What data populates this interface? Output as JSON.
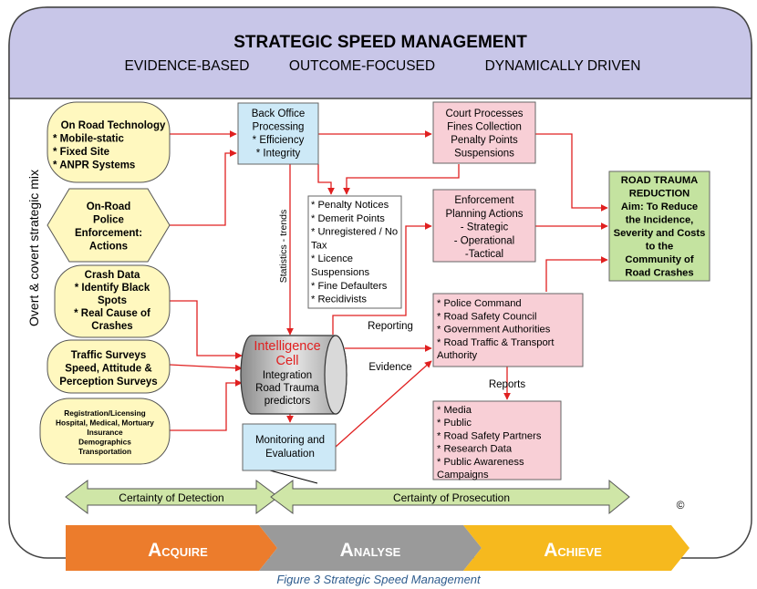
{
  "header": {
    "title": "STRATEGIC SPEED MANAGEMENT",
    "subtitle_items": [
      "EVIDENCE-BASED",
      "OUTCOME-FOCUSED",
      "DYNAMICALLY DRIVEN"
    ]
  },
  "side_label": "Overt & covert strategic mix",
  "inputs": {
    "on_road_tech": [
      "On Road Technology",
      "* Mobile-static",
      "* Fixed Site",
      "* ANPR Systems"
    ],
    "police_enforcement": [
      "On-Road",
      "Police",
      "Enforcement:",
      "Actions"
    ],
    "crash_data": [
      "Crash Data",
      "* Identify Black",
      "Spots",
      "* Real Cause of",
      "Crashes"
    ],
    "traffic_surveys": [
      "Traffic Surveys",
      "Speed, Attitude &",
      "Perception Surveys"
    ],
    "registration": [
      "Registration/Licensing",
      "Hospital, Medical, Mortuary",
      "Insurance",
      "Demographics",
      "Transportation"
    ]
  },
  "back_office": [
    "Back Office",
    "Processing",
    "* Efficiency",
    "* Integrity"
  ],
  "court": [
    "Court Processes",
    "Fines Collection",
    "Penalty Points",
    "Suspensions"
  ],
  "penalty_list": [
    "* Penalty Notices",
    "* Demerit Points",
    "* Unregistered / No",
    "Tax",
    "* Licence",
    "Suspensions",
    "* Fine Defaulters",
    "* Recidivists"
  ],
  "enforcement_planning": [
    "Enforcement",
    "Planning Actions",
    "- Strategic",
    "- Operational",
    "-Tactical"
  ],
  "road_trauma": [
    "ROAD TRAUMA",
    "REDUCTION",
    "Aim: To Reduce",
    "the Incidence,",
    "Severity and Costs",
    "to the",
    "Community of",
    "Road Crashes"
  ],
  "police_command": [
    "* Police Command",
    "* Road Safety Council",
    "* Government Authorities",
    "* Road Traffic & Transport",
    "Authority"
  ],
  "intelligence_cell": {
    "title": [
      "Intelligence",
      "Cell"
    ],
    "body": [
      "Integration",
      "Road Trauma",
      "predictors"
    ]
  },
  "monitoring": [
    "Monitoring and",
    "Evaluation"
  ],
  "media": [
    "* Media",
    "* Public",
    "* Road Safety Partners",
    "* Research Data",
    "* Public Awareness",
    "Campaigns"
  ],
  "flow_labels": {
    "statistics": "Statistics - trends",
    "reporting": "Reporting",
    "evidence": "Evidence",
    "reports": "Reports"
  },
  "certainty": {
    "detection": "Certainty of Detection",
    "prosecution": "Certainty of Prosecution"
  },
  "copyright": "©",
  "phases": [
    {
      "cap": "A",
      "rest": "CQUIRE",
      "color": "#ec7c2c"
    },
    {
      "cap": "A",
      "rest": "NALYSE",
      "color": "#9a9a9a"
    },
    {
      "cap": "A",
      "rest": "CHIEVE",
      "color": "#f6b91e"
    }
  ],
  "caption": "Figure 3  Strategic Speed Management",
  "colors": {
    "header_fill": "#c8c6e8",
    "input_fill": "#fff8bf",
    "blue_box": "#cde9f7",
    "pink_box": "#f8cfd6",
    "green_box": "#c4e3a0",
    "arrow_red": "#e02020",
    "cert_fill": "#cfe6a7",
    "caption_color": "#2e5c8e"
  }
}
